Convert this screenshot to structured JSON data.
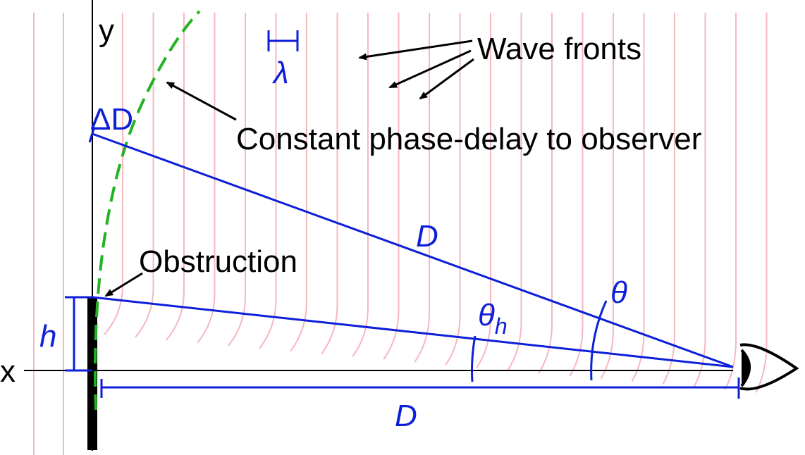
{
  "labels": {
    "y_axis": "y",
    "x_axis": "x",
    "lambda": "λ",
    "wave_fronts": "Wave fronts",
    "delta_d": "ΔD",
    "constant_phase": "Constant phase-delay to observer",
    "d_slant": "D",
    "obstruction": "Obstruction",
    "theta": "θ",
    "theta_h_main": "θ",
    "theta_h_sub": "h",
    "h": "h",
    "d_base": "D"
  },
  "colors": {
    "wavefront": "#f4b8bd",
    "geometry": "#0d1fd8",
    "phase_curve": "#22b222",
    "ink": "#000000"
  },
  "icons": {
    "observer": "eye-icon"
  }
}
